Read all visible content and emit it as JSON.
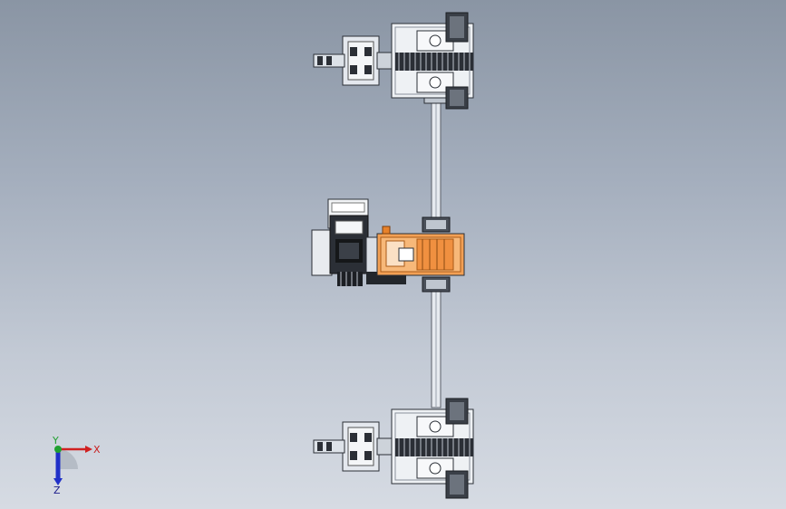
{
  "viewport": {
    "background_top": "#8a95a4",
    "background_bottom": "#d6dbe3"
  },
  "model": {
    "description": "",
    "accent_color": "#e8822a",
    "steel_color": "#d7dde4",
    "dark_color": "#2b2f36"
  },
  "triad": {
    "x_label": "X",
    "y_label": "Y",
    "z_label": "Z",
    "x_color": "#d02020",
    "y_color": "#20a030",
    "z_color": "#2030c8"
  }
}
